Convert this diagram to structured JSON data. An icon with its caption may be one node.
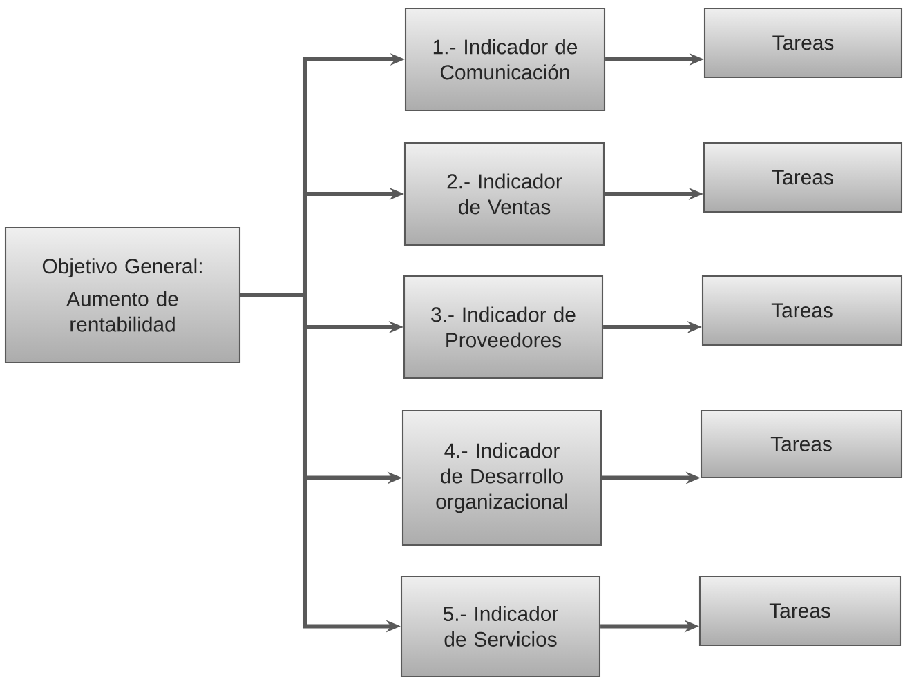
{
  "diagram": {
    "nodes": [
      {
        "text": [
          "Objetivo General:",
          "Aumento de rentabilidad"
        ]
      },
      {
        "text": [
          "1.- Indicador de Comunicación"
        ]
      },
      {
        "text": [
          "2.- Indicador de Ventas"
        ]
      },
      {
        "text": [
          "3.- Indicador de Proveedores"
        ]
      },
      {
        "text": [
          "4.- Indicador de Desarrollo organizacional"
        ]
      },
      {
        "text": [
          "5.- Indicador de Servicios"
        ]
      },
      {
        "text": [
          "Tareas"
        ]
      },
      {
        "text": [
          "Tareas"
        ]
      },
      {
        "text": [
          "Tareas"
        ]
      },
      {
        "text": [
          "Tareas"
        ]
      },
      {
        "text": [
          "Tareas"
        ]
      }
    ],
    "edges": [
      {
        "from": 0,
        "to": 1,
        "arrow": "to"
      },
      {
        "from": 0,
        "to": 2,
        "arrow": "to"
      },
      {
        "from": 0,
        "to": 3,
        "arrow": "to"
      },
      {
        "from": 0,
        "to": 4,
        "arrow": "to"
      },
      {
        "from": 0,
        "to": 5,
        "arrow": "to"
      },
      {
        "from": 1,
        "to": 6,
        "arrow": "to"
      },
      {
        "from": 2,
        "to": 7,
        "arrow": "to"
      },
      {
        "from": 3,
        "to": 8,
        "arrow": "to"
      },
      {
        "from": 4,
        "to": 9,
        "arrow": "to"
      },
      {
        "from": 5,
        "to": 10,
        "arrow": "to"
      }
    ]
  }
}
